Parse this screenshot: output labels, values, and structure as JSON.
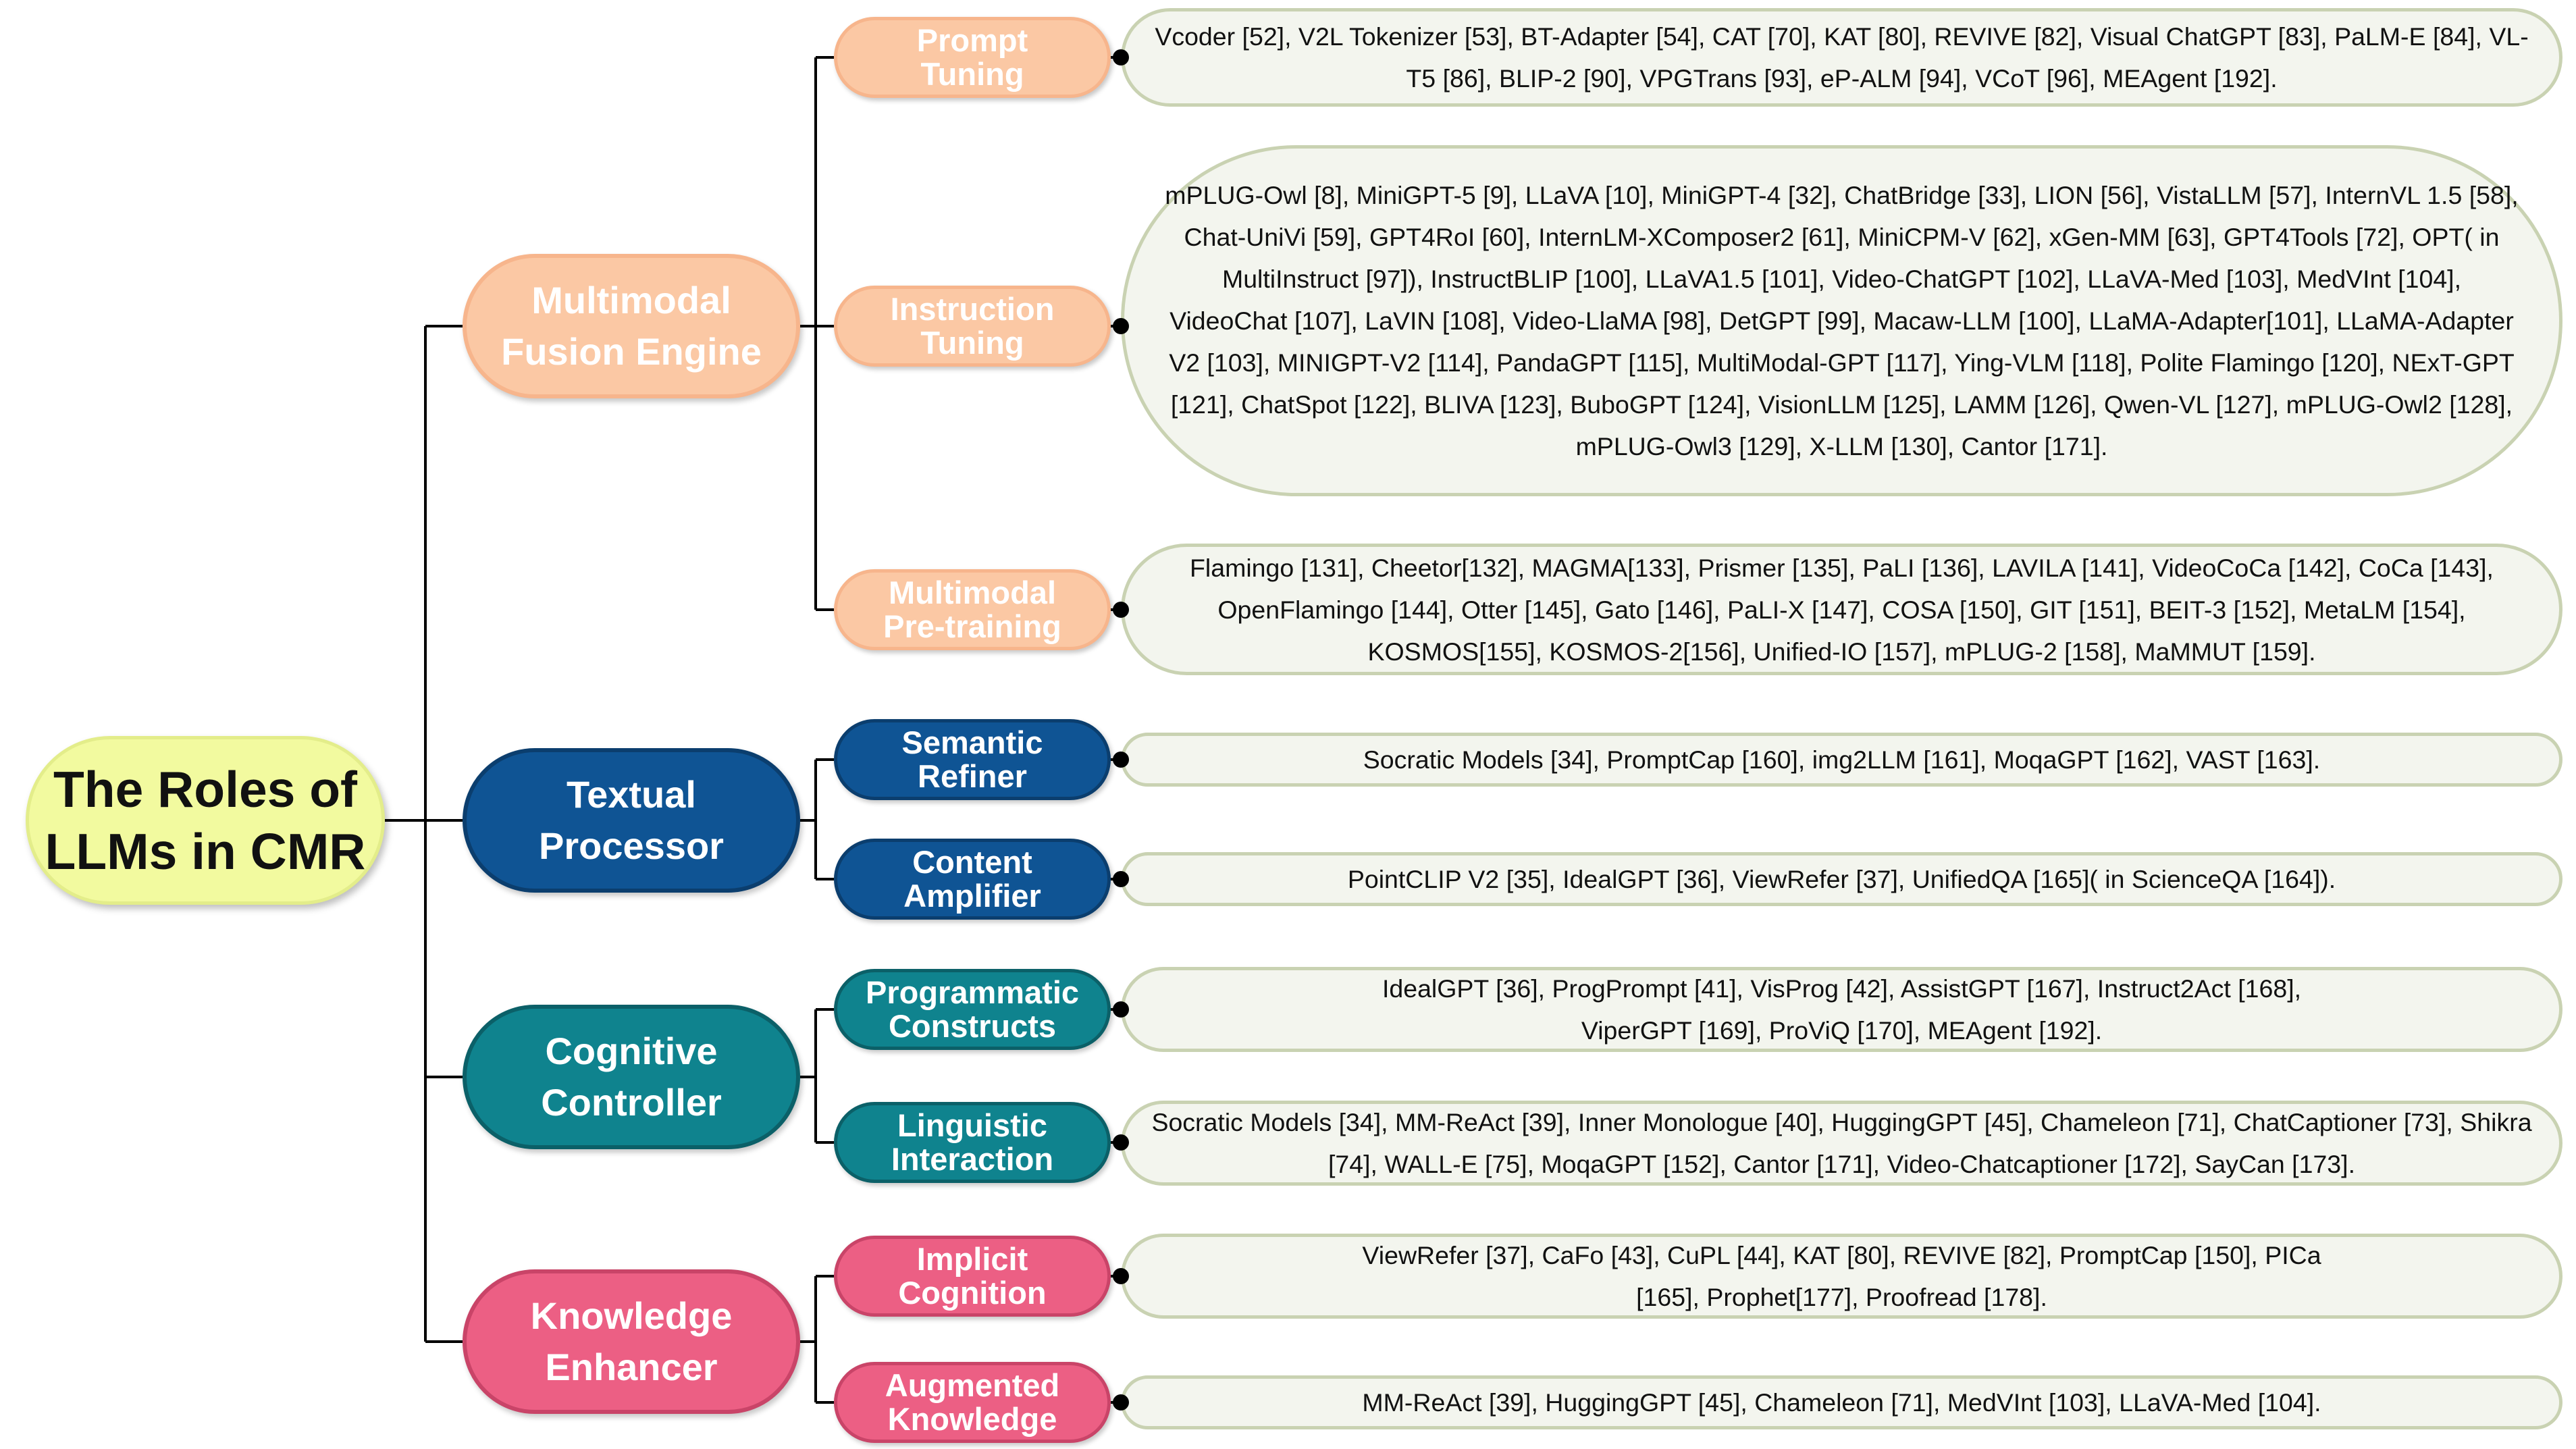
{
  "root": {
    "label": "The Roles of\nLLMs in CMR"
  },
  "colors": {
    "fusion": "#fbc8a4",
    "textual": "#0f5494",
    "cognitive": "#0f838e",
    "knowledge": "#ec5f84",
    "leaf_bg": "#f3f5ee",
    "leaf_border": "#c9d2b2",
    "root_bg": "#f2fa9f"
  },
  "roles": [
    {
      "label": "Multimodal\nFusion Engine",
      "branches": [
        {
          "label": "Prompt\nTuning",
          "refs": "Vcoder [52], V2L Tokenizer [53], BT-Adapter [54], CAT [70], KAT [80], REVIVE [82], Visual ChatGPT [83], PaLM-E [84], VL-T5 [86], BLIP-2 [90], VPGTrans [93], eP-ALM [94], VCoT [96], MEAgent [192]."
        },
        {
          "label": "Instruction\nTuning",
          "refs": "mPLUG-Owl [8], MiniGPT-5 [9], LLaVA [10], MiniGPT-4 [32], ChatBridge [33], LION [56], VistaLLM [57], InternVL 1.5 [58], Chat-UniVi [59], GPT4RoI [60], InternLM-XComposer2 [61], MiniCPM-V [62], xGen-MM [63], GPT4Tools [72], OPT( in MultiInstruct [97]), InstructBLIP [100], LLaVA1.5 [101], Video-ChatGPT [102], LLaVA-Med [103], MedVInt [104], VideoChat [107], LaVIN [108], Video-LlaMA [98], DetGPT [99], Macaw-LLM [100], LLaMA-Adapter[101], LLaMA-Adapter V2 [103], MINIGPT-V2 [114], PandaGPT [115], MultiModal-GPT [117], Ying-VLM [118], Polite Flamingo [120], NExT-GPT [121], ChatSpot [122], BLIVA [123], BuboGPT [124], VisionLLM [125], LAMM [126], Qwen-VL [127], mPLUG-Owl2 [128], mPLUG-Owl3 [129], X-LLM [130], Cantor [171]."
        },
        {
          "label": "Multimodal\nPre-training",
          "refs": "Flamingo [131], Cheetor[132], MAGMA[133], Prismer [135], PaLI [136], LAVILA [141], VideoCoCa [142], CoCa [143], OpenFlamingo [144], Otter [145], Gato [146], PaLI-X [147], COSA [150], GIT [151], BEIT-3 [152], MetaLM [154], KOSMOS[155], KOSMOS-2[156], Unified-IO [157], mPLUG-2 [158], MaMMUT [159]."
        }
      ]
    },
    {
      "label": "Textual\nProcessor",
      "branches": [
        {
          "label": "Semantic\nRefiner",
          "refs": "Socratic Models [34], PromptCap [160], img2LLM [161], MoqaGPT [162], VAST [163]."
        },
        {
          "label": "Content\nAmplifier",
          "refs": "PointCLIP V2 [35], IdealGPT [36], ViewRefer [37], UnifiedQA [165]( in ScienceQA [164])."
        }
      ]
    },
    {
      "label": "Cognitive\nController",
      "branches": [
        {
          "label": "Programmatic\nConstructs",
          "refs": "IdealGPT [36], ProgPrompt [41], VisProg [42], AssistGPT [167], Instruct2Act [168], ViperGPT [169], ProViQ [170], MEAgent [192]."
        },
        {
          "label": "Linguistic\nInteraction",
          "refs": "Socratic Models [34], MM-ReAct [39], Inner Monologue [40], HuggingGPT [45], Chameleon [71], ChatCaptioner [73], Shikra [74], WALL-E [75], MoqaGPT [152], Cantor [171], Video-Chatcaptioner [172], SayCan [173]."
        }
      ]
    },
    {
      "label": "Knowledge\nEnhancer",
      "branches": [
        {
          "label": "Implicit\nCognition",
          "refs": "ViewRefer [37], CaFo [43], CuPL [44], KAT [80], REVIVE [82], PromptCap [150], PICa [165], Prophet[177], Proofread [178]."
        },
        {
          "label": "Augmented\nKnowledge",
          "refs": "MM-ReAct [39], HuggingGPT [45], Chameleon [71], MedVInt [103], LLaVA-Med [104]."
        }
      ]
    }
  ]
}
